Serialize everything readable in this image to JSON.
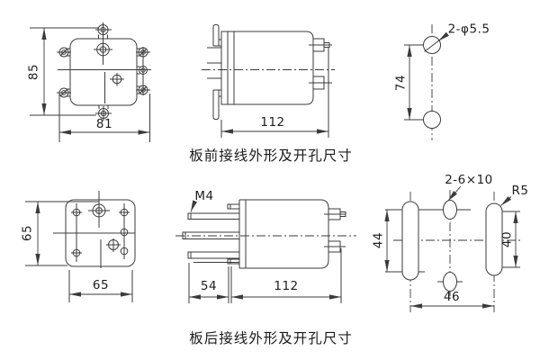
{
  "meta": {
    "background": "#ffffff",
    "line_color": "#3b3b3b",
    "text_color": "#1e1e1e"
  },
  "top_section": {
    "caption": "板前接线外形及开孔尺寸",
    "front_view": {
      "height_dim": "85",
      "width_dim": "81"
    },
    "side_view": {
      "length_dim": "112"
    },
    "drill_view": {
      "holes_label": "2-φ5.5",
      "spacing_dim": "74"
    }
  },
  "bottom_section": {
    "caption": "板后接线外形及开孔尺寸",
    "front_view": {
      "height_dim": "65",
      "width_dim": "65"
    },
    "side_view": {
      "thread_label": "M4",
      "stud_length_dim": "54",
      "length_dim": "112"
    },
    "drill_view": {
      "slots_label": "2-6×10",
      "corner_radius_label": "R5",
      "left_height_dim": "44",
      "right_height_dim": "40",
      "spacing_dim": "46"
    }
  }
}
